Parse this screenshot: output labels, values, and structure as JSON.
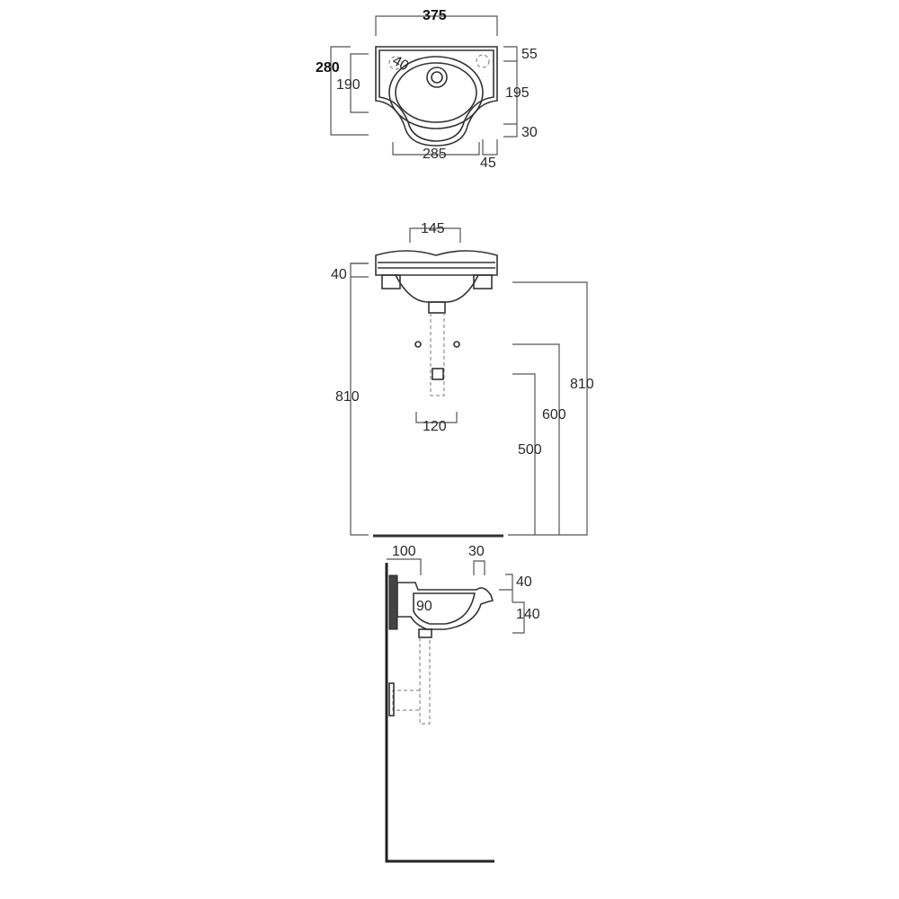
{
  "top_view": {
    "width_total": "375",
    "depth_total": "280",
    "depth_basin": "190",
    "rear_band": "55",
    "bowl_depth": "195",
    "front_lip": "30",
    "front_width": "285",
    "front_offset": "45",
    "tap_hole_mark": "40"
  },
  "front_view": {
    "bracket_width": "145",
    "rim_height": "40",
    "height_left": "810",
    "height_right": "810",
    "fixing_height": "600",
    "waste_height": "500",
    "fixing_spacing": "120"
  },
  "side_view": {
    "wall_offset": "100",
    "front_rim": "30",
    "rim_thickness": "40",
    "bowl_height": "140",
    "inner_depth": "90"
  },
  "colors": {
    "line": "#333333",
    "dimension": "#555555",
    "text": "#2a2a2a",
    "background": "#ffffff"
  }
}
